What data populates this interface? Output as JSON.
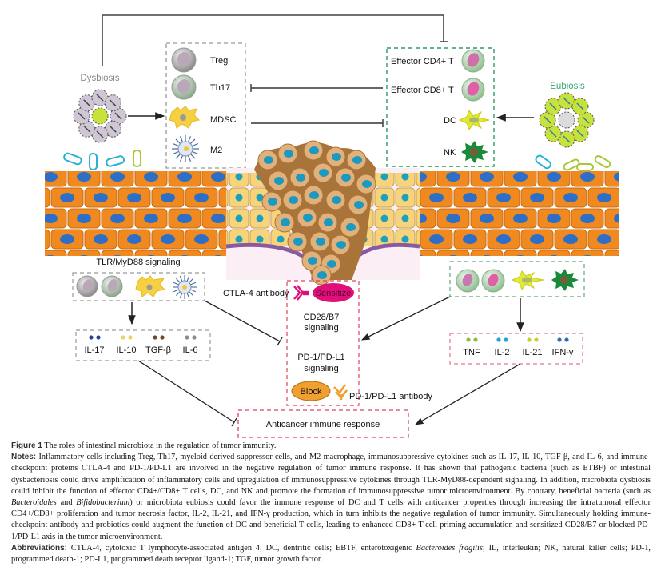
{
  "diagram": {
    "dysbiosis_label": "Dysbiosis",
    "eubiosis_label": "Eubiosis",
    "suppressive_cells": [
      {
        "label": "Treg",
        "icon": "treg-cell-icon"
      },
      {
        "label": "Th17",
        "icon": "th17-cell-icon"
      },
      {
        "label": "MDSC",
        "icon": "mdsc-cell-icon"
      },
      {
        "label": "M2",
        "icon": "m2-macrophage-icon"
      }
    ],
    "effector_cells": [
      {
        "label": "Effector CD4+ T",
        "icon": "cd4-t-cell-icon"
      },
      {
        "label": "Effector CD8+ T",
        "icon": "cd8-t-cell-icon"
      },
      {
        "label": "DC",
        "icon": "dendritic-cell-icon"
      },
      {
        "label": "NK",
        "icon": "nk-cell-icon"
      }
    ],
    "tlr_label": "TLR/MyD88 signaling",
    "suppressive_cytokines": [
      {
        "label": "IL-17",
        "color": "#2e3f8f"
      },
      {
        "label": "IL-10",
        "color": "#e8d36a"
      },
      {
        "label": "TGF-β",
        "color": "#6b4a2e"
      },
      {
        "label": "IL-6",
        "color": "#9a8a80"
      }
    ],
    "effector_cytokines": [
      {
        "label": "TNF",
        "color": "#8cbf3f"
      },
      {
        "label": "IL-2",
        "color": "#2a9fd8"
      },
      {
        "label": "IL-21",
        "color": "#c8cf2a"
      },
      {
        "label": "IFN-γ",
        "color": "#2f6db5"
      }
    ],
    "checkpoint": {
      "ctla4_antibody": "CTLA-4 antibody",
      "sensitize": "Sensitize",
      "cd28_line1": "CD28/B7",
      "cd28_line2": "signaling",
      "pd1_line1": "PD-1/PD-L1",
      "pd1_line2": "signaling",
      "block": "Block",
      "pd1_antibody": "PD-1/PD-L1 antibody"
    },
    "outcome": "Anticancer immune response",
    "colors": {
      "suppressive_box": "#999999",
      "effector_box": "#2e9a6a",
      "checkpoint_box": "#e0405a",
      "sensitize": "#e0107a",
      "block": "#f0a030",
      "epithelium": "#f08a20",
      "nucleus": "#2d6fc6",
      "tumor_cell": "#d9a06a"
    }
  },
  "caption": {
    "figure_label": "Figure 1",
    "figure_title": "The roles of intestinal microbiota in the regulation of tumor immunity.",
    "notes_label": "Notes:",
    "notes_p1": "Inflammatory cells including Treg, Th17, myeloid-derived suppressor cells, and M2 macrophage, immunosuppressive cytokines such as IL-17, IL-10, TGF-β, and IL-6, and immune-checkpoint proteins CTLA-4 and PD-1/PD-L1 are involved in the negative regulation of tumor immune response. It has shown that pathogenic bacteria (such as ETBF) or intestinal dysbacteriosis could drive amplification of inflammatory cells and upregulation of immunosuppressive cytokines through TLR-MyD88-dependent signaling. In addition, microbiota dysbiosis could inhibit the function of effector CD4+/CD8+ T cells, DC, and NK and promote the formation of immunosuppressive tumor microenvironment. By contrary, beneficial bacteria (such as ",
    "notes_it1": "Bacteroidales",
    "notes_p2": " and ",
    "notes_it2": "Bifidobacterium",
    "notes_p3": ") or microbiota eubiosis could favor the immune response of DC and T cells with anticancer properties through increasing the intratumoral effector CD4+/CD8+ proliferation and tumor necrosis factor, IL-2, IL-21, and IFN-γ production, which in turn inhibits the negative regulation of tumor immunity. Simultaneously holding immune-checkpoint antibody and probiotics could augment the function of DC and beneficial T cells, leading to enhanced CD8+ T-cell priming accumulation and sensitized CD28/B7 or blocked PD-1/PD-L1 axis in the tumor microenvironment.",
    "abbr_label": "Abbreviations:",
    "abbr_p1": "CTLA-4, cytotoxic T lymphocyte-associated antigen 4; DC, dentritic cells; EBTF, enterotoxigenic ",
    "abbr_it": "Bacteroides fragilis",
    "abbr_p2": "; IL, interleukin; NK, natural killer cells; PD-1, programmed death-1; PD-L1, programmed death receptor ligand-1; TGF, tumor growth factor."
  }
}
